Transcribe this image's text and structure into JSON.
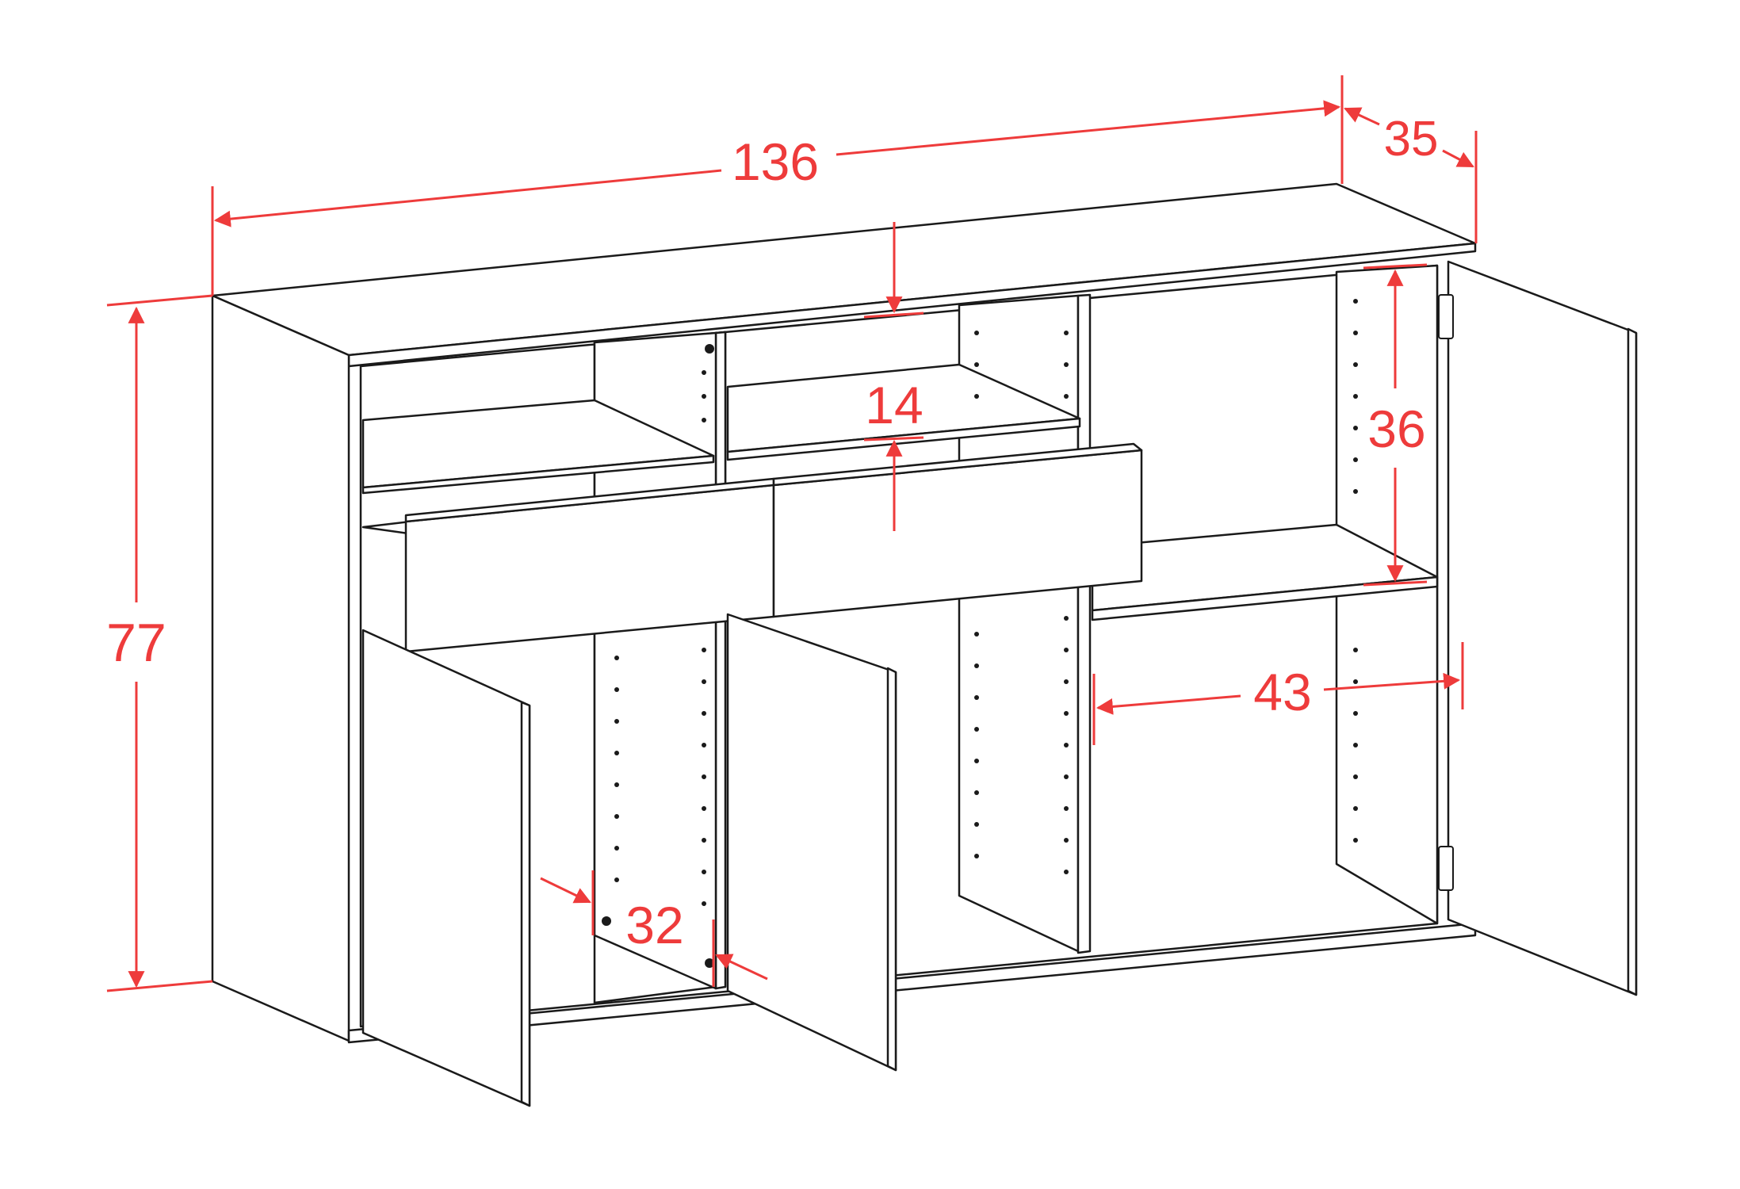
{
  "diagram": {
    "colors": {
      "outline": "#1a1a1a",
      "panel_fill": "#ffffff",
      "dimension": "#ee3b3b"
    },
    "dimensions": {
      "width": "136",
      "depth": "35",
      "height": "77",
      "top_gap": "14",
      "shelf_spacing": "36",
      "compartment_width": "43",
      "panel_thickness": "32"
    }
  }
}
